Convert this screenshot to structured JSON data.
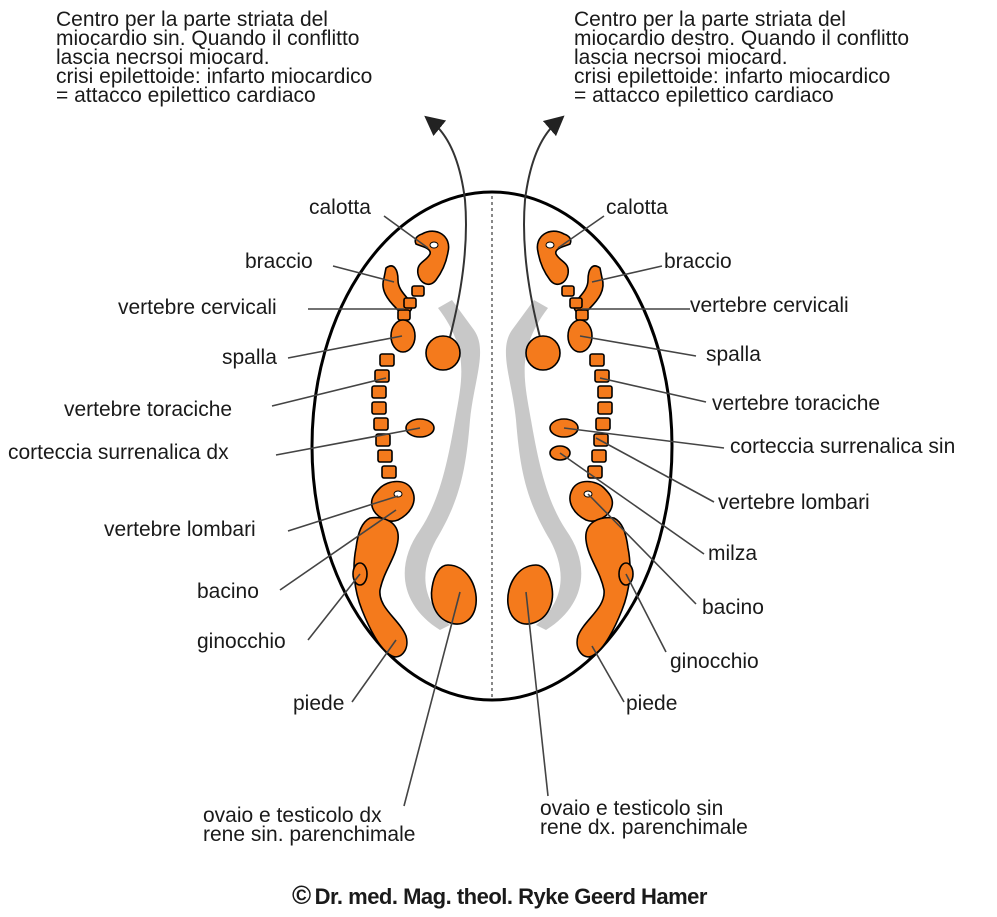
{
  "top_left_text": "Centro per la parte striata del\nmiocardio sin. Quando il conflitto\nlascia necrsoi miocard.\ncrisi epilettoide: infarto miocardico\n= attacco epilettico cardiaco",
  "top_right_text": "Centro per la parte striata del\nmiocardio destro. Quando il conflitto\nlascia necrsoi miocard.\ncrisi epilettoide: infarto miocardico\n= attacco epilettico cardiaco",
  "labels_left": {
    "calotta": "calotta",
    "braccio": "braccio",
    "vertebre_cervicali": "vertebre cervicali",
    "spalla": "spalla",
    "vertebre_toraciche": "vertebre toraciche",
    "corteccia": "corteccia surrenalica dx",
    "vertebre_lombari": "vertebre lombari",
    "bacino": "bacino",
    "ginocchio": "ginocchio",
    "piede": "piede"
  },
  "labels_right": {
    "calotta": "calotta",
    "braccio": "braccio",
    "vertebre_cervicali": "vertebre cervicali",
    "spalla": "spalla",
    "vertebre_toraciche": "vertebre toraciche",
    "corteccia": "corteccia surrenalica sin",
    "vertebre_lombari": "vertebre lombari",
    "milza": "milza",
    "bacino": "bacino",
    "ginocchio": "ginocchio",
    "piede": "piede"
  },
  "bottom_left_text": "ovaio e testicolo dx\nrene sin. parenchimale",
  "bottom_right_text": "ovaio e testicolo sin\nrene dx. parenchimale",
  "copyright_symbol": "©",
  "copyright": "Dr. med. Mag. theol. Ryke Geerd Hamer",
  "colors": {
    "relay_fill": "#f47a1c",
    "relay_stroke": "#000000",
    "ventricle_gray": "#c8c8c8",
    "outline": "#000000"
  }
}
